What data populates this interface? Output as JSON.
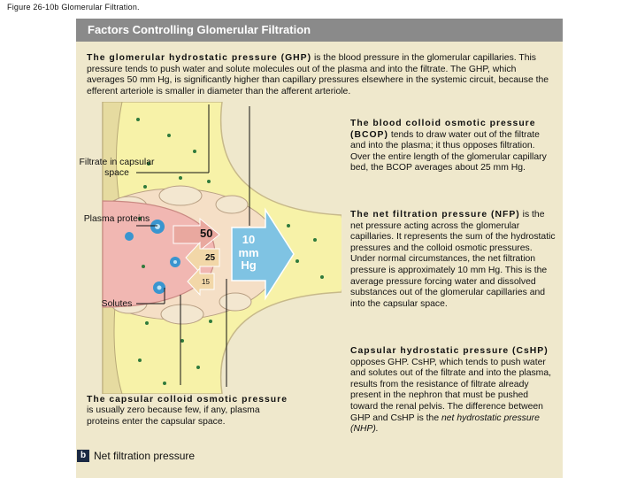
{
  "figure_caption": "Figure 26-10b Glomerular Filtration.",
  "title": "Factors Controlling Glomerular Filtration",
  "intro": {
    "term": "The glomerular hydrostatic pressure (GHP)",
    "text": " is the blood pressure in the glomerular capillaries. This pressure tends to push water and solute molecules out of the plasma and into the filtrate. The GHP, which averages 50 mm Hg, is significantly higher than capillary pressures elsewhere in the systemic circuit, because the efferent arteriole is smaller in diameter than the afferent arteriole."
  },
  "labels": {
    "filtrate": "Filtrate in capsular space",
    "plasma_proteins": "Plasma proteins",
    "solutes": "Solutes"
  },
  "arrow_values": {
    "ghp": "50",
    "bcop": "25",
    "cshp": "15",
    "nfp": "10 mm Hg"
  },
  "bcop": {
    "term": "The blood colloid osmotic pressure (BCOP)",
    "text": " tends to draw water out of the filtrate and into the plasma; it thus opposes filtration. Over the entire length of the glomerular capillary bed, the BCOP averages about 25 mm Hg."
  },
  "nfp": {
    "term": "The net filtration pressure (NFP)",
    "text": " is the net pressure acting across the glomerular capillaries. It represents the sum of the hydrostatic pressures and the colloid osmotic pressures. Under normal circumstances, the net filtration pressure is approximately 10 mm Hg. This is the average pressure forcing water and dissolved substances out of the glomerular capillaries and into the capsular space."
  },
  "cshp": {
    "term": "Capsular hydrostatic pressure (CsHP)",
    "text": " opposes GHP. CsHP, which tends to push water and solutes out of the filtrate and into the plasma, results from the resistance of filtrate already present in the nephron that must be pushed toward the renal pelvis. The difference between GHP and CsHP is the ",
    "italic": "net hydrostatic pressure (NHP)."
  },
  "capsular_colloid": {
    "term": "The capsular colloid osmotic pressure",
    "text": " is usually zero because few, if any, plasma proteins enter the capsular space."
  },
  "panel_badge": "b",
  "panel_label": "Net filtration pressure",
  "colors": {
    "title_bar": "#8a8a8a",
    "panel_bg": "#efe8cc",
    "capsule": "#f7f2a8",
    "capillary_blood": "#f1b7b2",
    "arrow": "#7fc3e3",
    "protein": "#3a95cf",
    "solute": "#2f7a3c"
  }
}
